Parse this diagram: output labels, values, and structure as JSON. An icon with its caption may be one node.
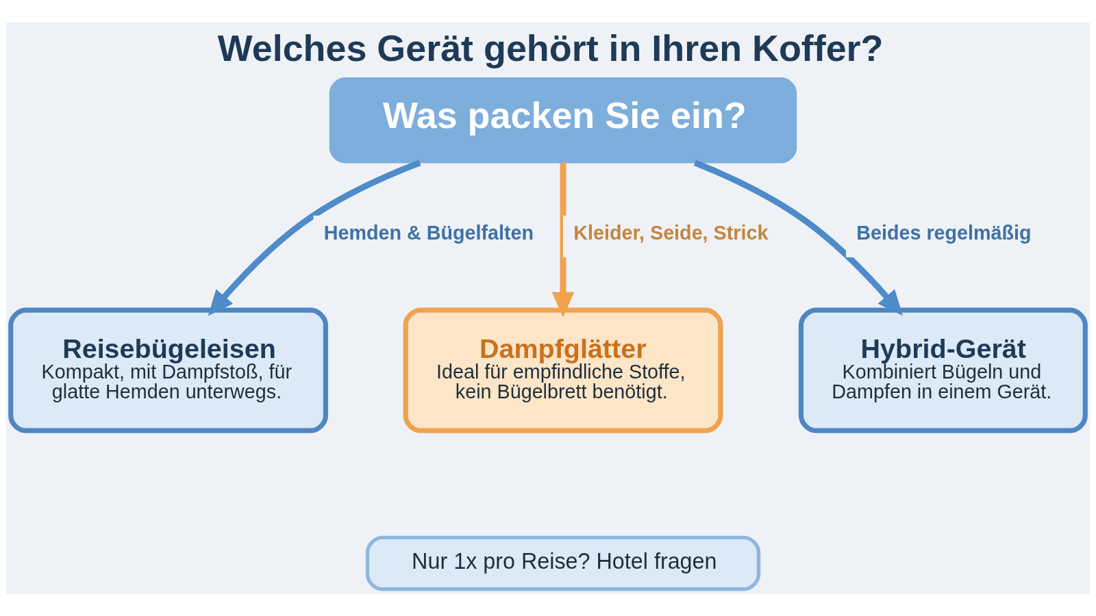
{
  "diagram": {
    "title": "Welches Gerät gehört in Ihren Koffer?",
    "nodes": [
      {
        "text": [
          "Was packen Sie ein?"
        ]
      },
      {
        "text": [
          "Reisebügeleisen",
          "Kompakt, mit Dampfstoß, für glatte Hemden unterwegs."
        ]
      },
      {
        "text": [
          "Dampfglätter",
          "Ideal für empfindliche Stoffe, kein Bügelbrett benötigt."
        ]
      },
      {
        "text": [
          "Hybrid-Gerät",
          "Kombiniert Bügeln und Dampfen in einem Gerät."
        ]
      },
      {
        "text": [
          "Nur 1x pro Reise? Hotel fragen"
        ]
      }
    ],
    "edges": [
      {
        "from": 0,
        "to": 1,
        "arrow": "to",
        "label": "Hemden & Bügelfalten"
      },
      {
        "from": 0,
        "to": 2,
        "arrow": "to",
        "label": "Kleider, Seide, Strick",
        "color": "#f0a24e"
      },
      {
        "from": 0,
        "to": 3,
        "arrow": "to",
        "label": "Beides regelmäßig"
      }
    ]
  }
}
